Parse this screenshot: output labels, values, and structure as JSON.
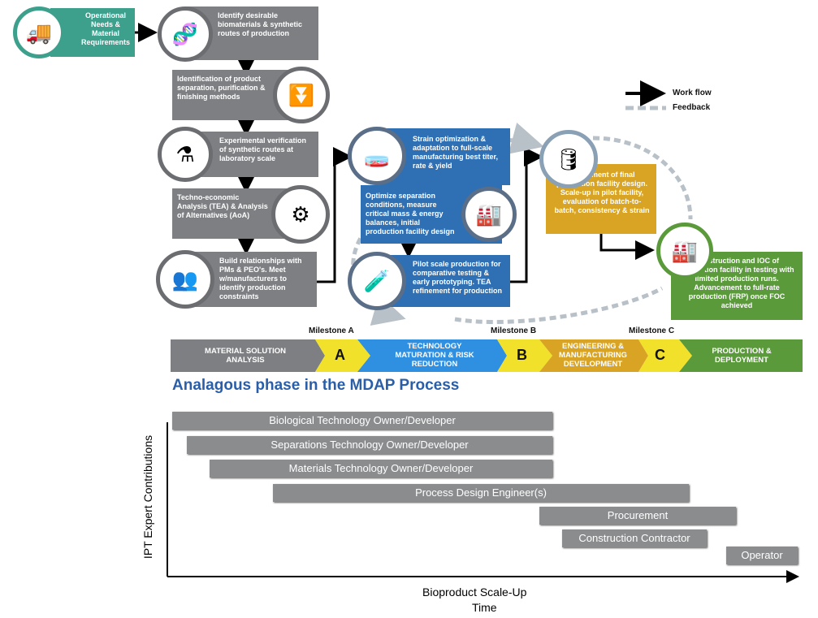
{
  "legend": {
    "workflow": "Work flow",
    "feedback": "Feedback"
  },
  "steps": {
    "needs": "Operational Needs & Material Requirements",
    "identify": "Identify desirable biomaterials & synthetic routes of production",
    "separation": "Identification of product separation, purification & finishing methods",
    "verification": "Experimental verification of synthetic routes at laboratory scale",
    "tea": "Techno-economic Analysis (TEA) & Analysis of Alternatives (AoA)",
    "relationships": "Build relationships with PMs & PEO's. Meet w/manufacturers to identify production constraints",
    "strain": "Strain optimization & adaptation to full-scale manufacturing best titer, rate & yield",
    "optimize": "Optimize separation conditions, measure critical mass & energy balances, initial production facility design",
    "pilot": "Pilot scale production for comparative testing & early prototyping. TEA refinement for production",
    "refinement": "Refinement of final production facility design. Scale-up in pilot facility, evaluation of batch-to-batch, consistency & strain",
    "construction": "Construction and IOC of production facility in testing with limited production runs. Advancement to full-rate production (FRP) once FOC achieved"
  },
  "milestones": {
    "a": "Milestone A",
    "b": "Milestone B",
    "c": "Milestone C",
    "a_letter": "A",
    "b_letter": "B",
    "c_letter": "C"
  },
  "phases": {
    "p1": "MATERIAL SOLUTION ANALYSIS",
    "p2": "TECHNOLOGY MATURATION & RISK REDUCTION",
    "p3": "ENGINEERING & MANUFACTURING DEVELOPMENT",
    "p4": "PRODUCTION & DEPLOYMENT"
  },
  "section_title": "Analagous phase in the MDAP Process",
  "gantt": {
    "ylabel": "IPT Expert Contributions",
    "xlabel": "Bioproduct Scale-Up",
    "xlabel2": "Time",
    "bars": [
      "Biological Technology Owner/Developer",
      "Separations Technology Owner/Developer",
      "Materials Technology Owner/Developer",
      "Process Design Engineer(s)",
      "Procurement",
      "Construction Contractor",
      "Operator"
    ]
  },
  "colors": {
    "grey": "#7d7f82",
    "blue": "#2f6fb4",
    "gold": "#d9a423",
    "green": "#5a9a3b",
    "teal": "#3da08d",
    "yellow": "#f2e12a",
    "title_blue": "#2a5ea8"
  }
}
